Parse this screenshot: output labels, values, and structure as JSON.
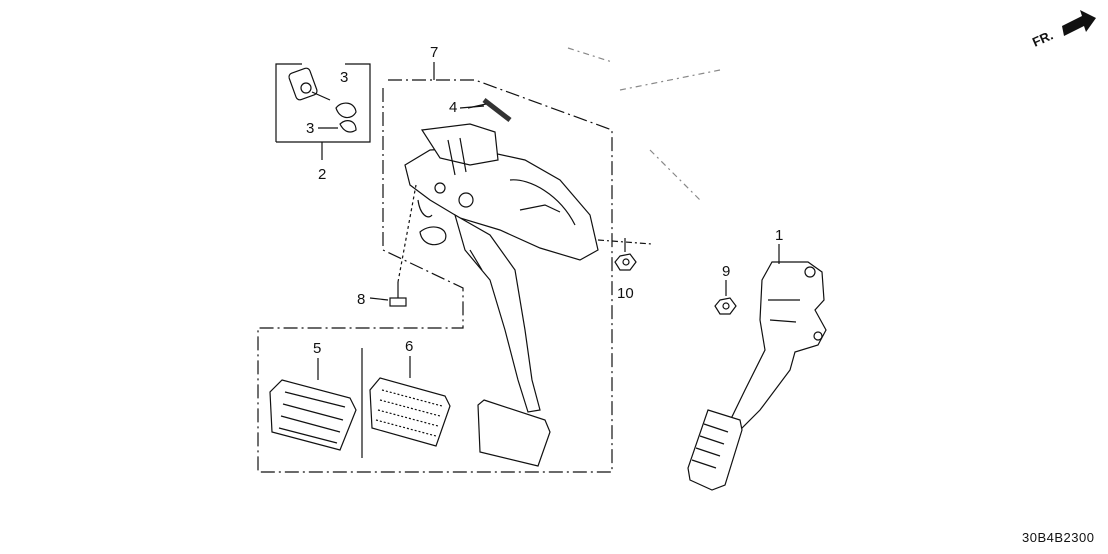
{
  "diagram": {
    "part_code": "30B4B2300",
    "direction_label": "FR.",
    "callouts": [
      "1",
      "2",
      "3",
      "3",
      "4",
      "5",
      "6",
      "7",
      "8",
      "9",
      "10"
    ]
  }
}
